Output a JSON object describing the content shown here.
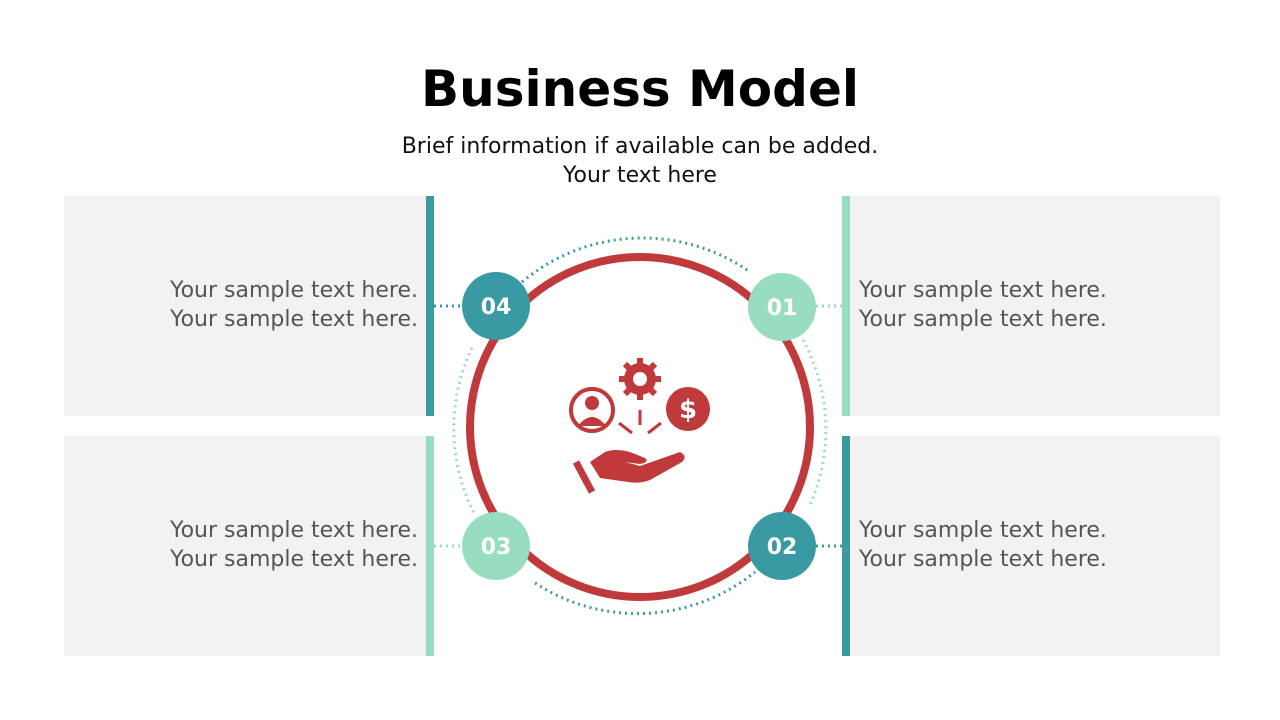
{
  "title": "Business Model",
  "subtitle": [
    "Brief information if available can be added.",
    "Your text here"
  ],
  "colors": {
    "teal": "#3A9AA3",
    "mint": "#98DDBF",
    "red": "#C0393B",
    "panel": "#F2F2F2"
  },
  "center_icon": "business-model-hand-icon",
  "steps": [
    {
      "number": "01",
      "lines": [
        "Your sample text here.",
        "Your sample text here."
      ]
    },
    {
      "number": "02",
      "lines": [
        "Your sample text here.",
        "Your sample text here."
      ]
    },
    {
      "number": "03",
      "lines": [
        "Your sample text here.",
        "Your sample text here."
      ]
    },
    {
      "number": "04",
      "lines": [
        "Your sample text here.",
        "Your sample text here."
      ]
    }
  ]
}
